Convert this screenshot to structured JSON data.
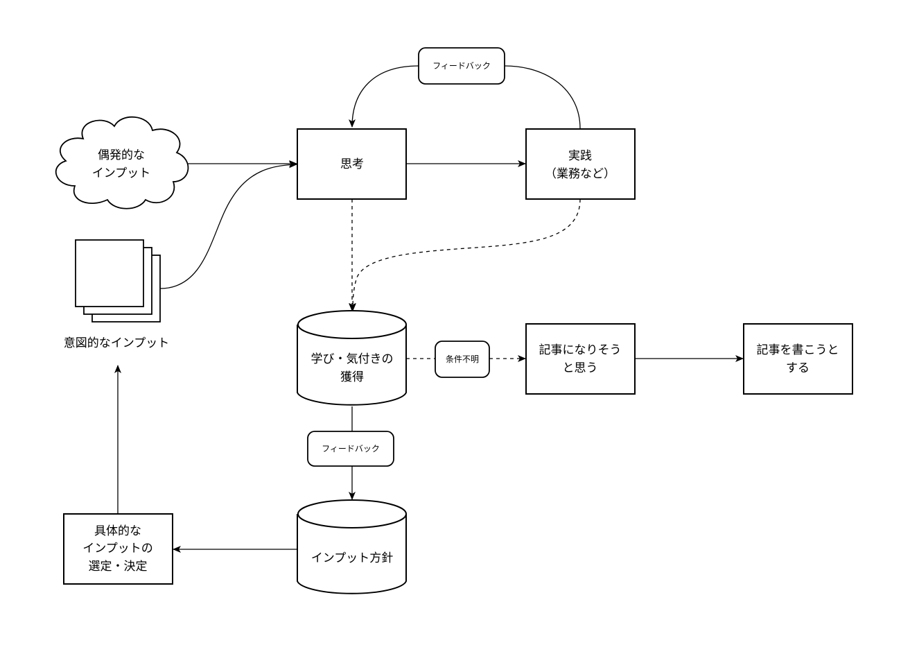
{
  "colors": {
    "stroke": "#000000",
    "fill": "#ffffff",
    "text": "#000000"
  },
  "nodes": {
    "shikou": {
      "label": "思考"
    },
    "jissen": {
      "line1": "実践",
      "line2": "（業務など）"
    },
    "guuhatsu": {
      "line1": "偶発的な",
      "line2": "インプット"
    },
    "ito": {
      "label": "意図的なインプット"
    },
    "manabi": {
      "line1": "学び・気付きの",
      "line2": "獲得"
    },
    "kiji_naru": {
      "line1": "記事になりそう",
      "line2": "と思う"
    },
    "kiji_kaku": {
      "line1": "記事を書こうと",
      "line2": "する"
    },
    "houshin": {
      "label": "インプット方針"
    },
    "gutai": {
      "line1": "具体的な",
      "line2": "インプットの",
      "line3": "選定・決定"
    }
  },
  "edge_labels": {
    "feedback_top": "フィードバック",
    "jouken": "条件不明",
    "feedback_bottom": "フィードバック"
  },
  "icons": {
    "cloud": "cloud-shape",
    "documents": "document-stack-icon",
    "database": "cylinder-shape"
  }
}
